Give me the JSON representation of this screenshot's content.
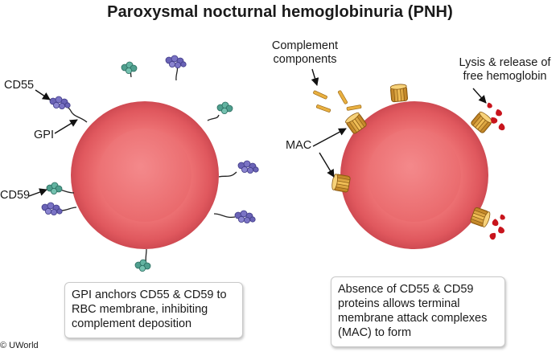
{
  "title": "Paroxysmal nocturnal hemoglobinuria (PNH)",
  "labels": {
    "cd55": "CD55",
    "gpi": "GPI",
    "cd59": "CD59",
    "complement": "Complement\ncomponents",
    "lysis": "Lysis & release of\nfree hemoglobin",
    "mac": "MAC"
  },
  "captions": {
    "left": "GPI anchors CD55 & CD59 to RBC membrane, inhibiting complement deposition",
    "right": "Absence of CD55 & CD59 proteins allows terminal membrane attack complexes (MAC) to form"
  },
  "credit": "© UWorld",
  "colors": {
    "rbc_outer": "#e05a60",
    "rbc_inner": "#f58a8c",
    "cd55_protein": "#6a63b6",
    "cd59_protein": "#4f9f8e",
    "mac_complex": "#e0a437",
    "hemoglobin": "#c8141c"
  },
  "icons": [
    "cd55-protein-icon",
    "cd59-protein-icon",
    "mac-complex-icon",
    "complement-rod-icon",
    "hemoglobin-drop-icon"
  ]
}
